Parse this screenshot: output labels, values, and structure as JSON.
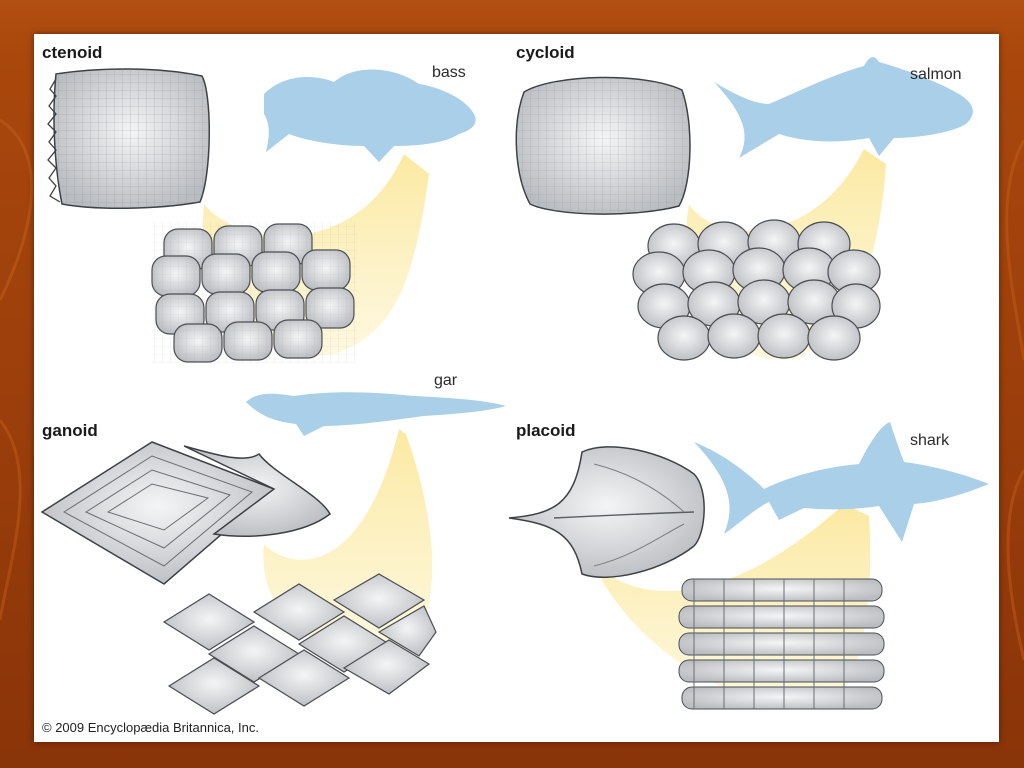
{
  "panels": {
    "ctenoid": {
      "type_label": "ctenoid",
      "fish_label": "bass"
    },
    "cycloid": {
      "type_label": "cycloid",
      "fish_label": "salmon"
    },
    "ganoid": {
      "type_label": "ganoid",
      "fish_label": "gar"
    },
    "placoid": {
      "type_label": "placoid",
      "fish_label": "shark"
    }
  },
  "copyright": "© 2009 Encyclopædia Britannica, Inc.",
  "colors": {
    "background": "#a9470c",
    "fish_silhouette": "#a9cfe9",
    "highlight_beam": "#fbe89c",
    "scale_fill": "#d4d6d8",
    "scale_stroke": "#4a4d52"
  }
}
